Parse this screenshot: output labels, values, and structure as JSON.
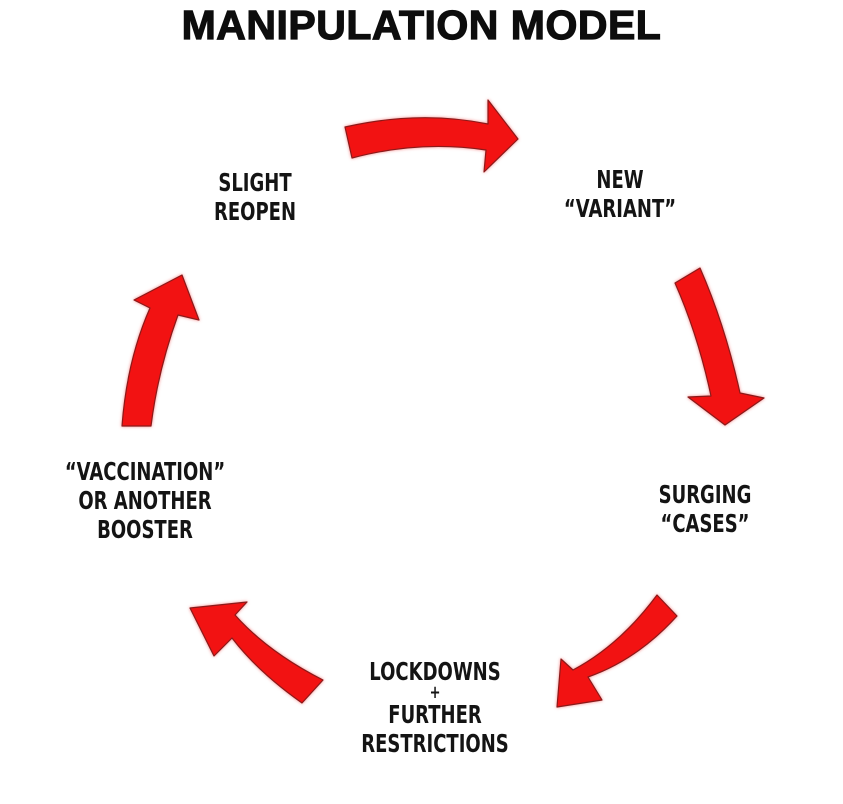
{
  "title": "MANIPULATION MODEL",
  "colors": {
    "arrow": "#f21212",
    "arrow_outline": "#8a1a1a",
    "text": "#141414",
    "background": "#ffffff"
  },
  "cycle": {
    "direction": "clockwise",
    "nodes": [
      {
        "id": "slight-reopen",
        "lines": [
          "SLIGHT",
          "REOPEN"
        ]
      },
      {
        "id": "new-variant",
        "lines": [
          "NEW",
          "“VARIANT”"
        ]
      },
      {
        "id": "surging-cases",
        "lines": [
          "SURGING",
          "“CASES”"
        ]
      },
      {
        "id": "lockdowns",
        "lines": [
          "LOCKDOWNS",
          "+",
          "FURTHER",
          "RESTRICTIONS"
        ]
      },
      {
        "id": "vaccination",
        "lines": [
          "“VACCINATION”",
          "OR ANOTHER",
          "BOOSTER"
        ]
      }
    ],
    "arrows": [
      {
        "from": "slight-reopen",
        "to": "new-variant",
        "icon": "curved-arrow-right-icon"
      },
      {
        "from": "new-variant",
        "to": "surging-cases",
        "icon": "curved-arrow-down-icon"
      },
      {
        "from": "surging-cases",
        "to": "lockdowns",
        "icon": "curved-arrow-down-left-icon"
      },
      {
        "from": "lockdowns",
        "to": "vaccination",
        "icon": "curved-arrow-up-left-icon"
      },
      {
        "from": "vaccination",
        "to": "slight-reopen",
        "icon": "curved-arrow-up-icon"
      }
    ]
  }
}
